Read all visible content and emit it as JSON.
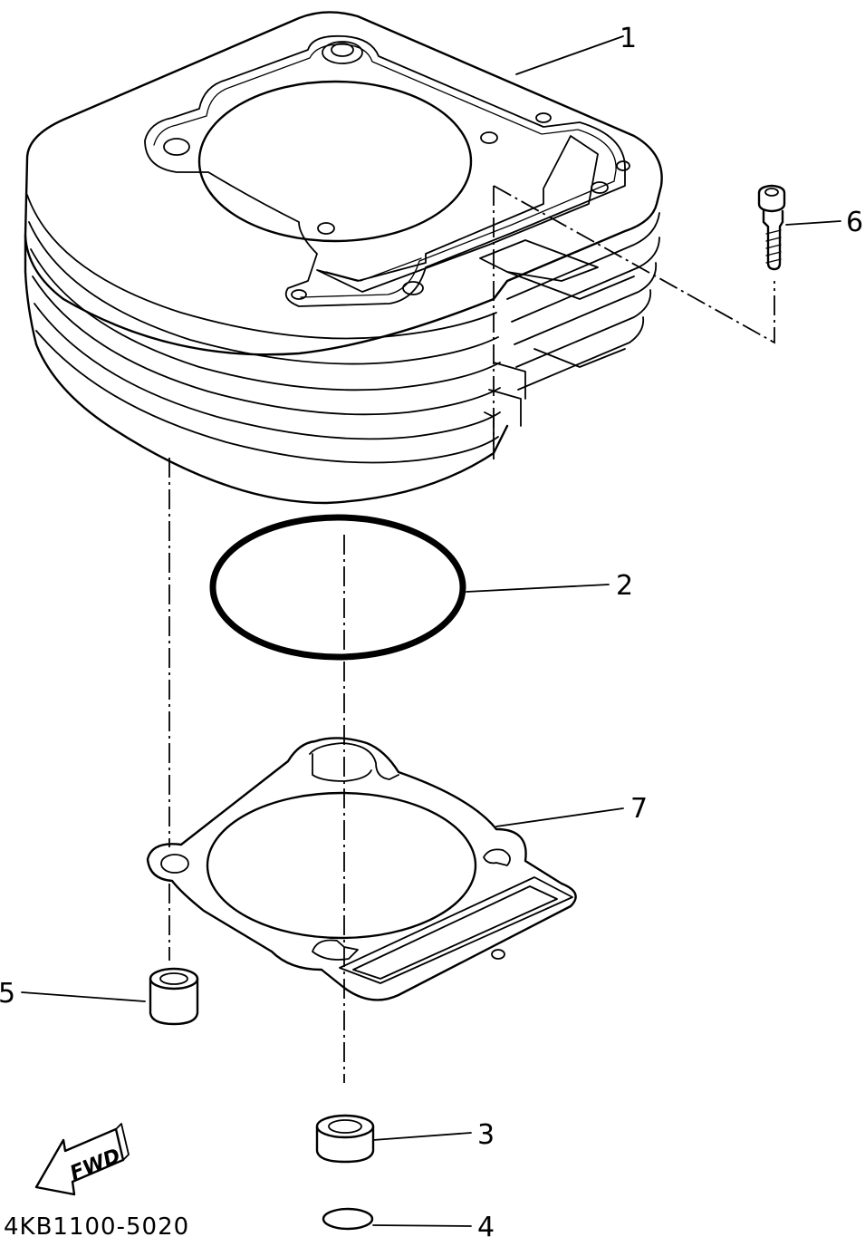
{
  "callouts": {
    "c1": "1",
    "c2": "2",
    "c3": "3",
    "c4": "4",
    "c5": "5",
    "c6": "6",
    "c7": "7"
  },
  "fwd_arrow": {
    "label": "FWD"
  },
  "diagram_code": "4KB1100-5020",
  "icons": {
    "cylinder": "cylinder-icon",
    "o_ring": "o-ring-icon",
    "dowel_pin": "dowel-pin-icon",
    "bolt": "bolt-icon",
    "gasket": "gasket-icon",
    "fwd_arrow": "forward-arrow-icon"
  }
}
